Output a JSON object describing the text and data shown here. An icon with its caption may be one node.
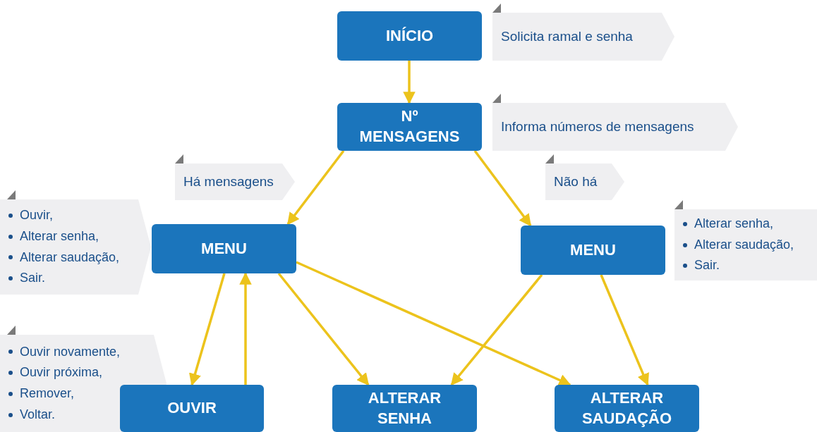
{
  "diagram": {
    "nodes": [
      {
        "text": [
          "INÍCIO"
        ]
      },
      {
        "text": [
          "Solicita ramal e senha"
        ]
      },
      {
        "text": [
          "Nº MENSAGENS"
        ]
      },
      {
        "text": [
          "Informa números de mensagens"
        ]
      },
      {
        "text": [
          "Há mensagens"
        ]
      },
      {
        "text": [
          "Não há"
        ]
      },
      {
        "text": [
          "Ouvir,",
          "Alterar senha,",
          "Alterar saudação,",
          "Sair."
        ]
      },
      {
        "text": [
          "MENU"
        ]
      },
      {
        "text": [
          "MENU"
        ]
      },
      {
        "text": [
          "Alterar senha,",
          "Alterar saudação,",
          "Sair."
        ]
      },
      {
        "text": [
          "Ouvir novamente,",
          "Ouvir próxima,",
          "Remover,",
          "Voltar."
        ]
      },
      {
        "text": [
          "OUVIR"
        ]
      },
      {
        "text": [
          "ALTERAR SENHA"
        ]
      },
      {
        "text": [
          "ALTERAR SAUDAÇÃO"
        ]
      }
    ],
    "edges": [
      {
        "from": 0,
        "to": 2,
        "arrow": "to"
      },
      {
        "from": 2,
        "to": 7,
        "arrow": "to"
      },
      {
        "from": 2,
        "to": 8,
        "arrow": "to"
      },
      {
        "from": 7,
        "to": 11,
        "arrow": "to"
      },
      {
        "from": 11,
        "to": 7,
        "arrow": "to"
      },
      {
        "from": 7,
        "to": 12,
        "arrow": "to"
      },
      {
        "from": 7,
        "to": 13,
        "arrow": "to"
      },
      {
        "from": 8,
        "to": 12,
        "arrow": "to"
      },
      {
        "from": 8,
        "to": 13,
        "arrow": "to"
      }
    ]
  }
}
